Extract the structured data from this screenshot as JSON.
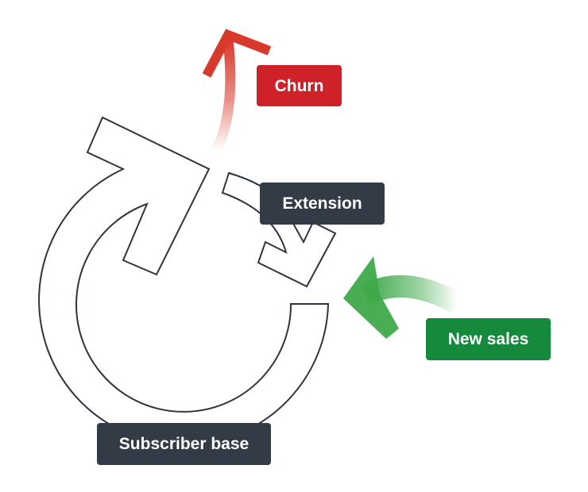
{
  "labels": {
    "churn": "Churn",
    "extension": "Extension",
    "new_sales": "New sales",
    "subscriber_base": "Subscriber base"
  },
  "colors": {
    "churn": "#cf2128",
    "extension": "#333b47",
    "new_sales": "#158a3d",
    "subscriber_base": "#333b47",
    "outline": "#2e3440"
  },
  "icons": {
    "cycle": "circular-arrow-icon",
    "churn": "arrow-up-right-icon",
    "extension": "curved-arrow-icon",
    "new_sales": "arrow-left-icon"
  }
}
